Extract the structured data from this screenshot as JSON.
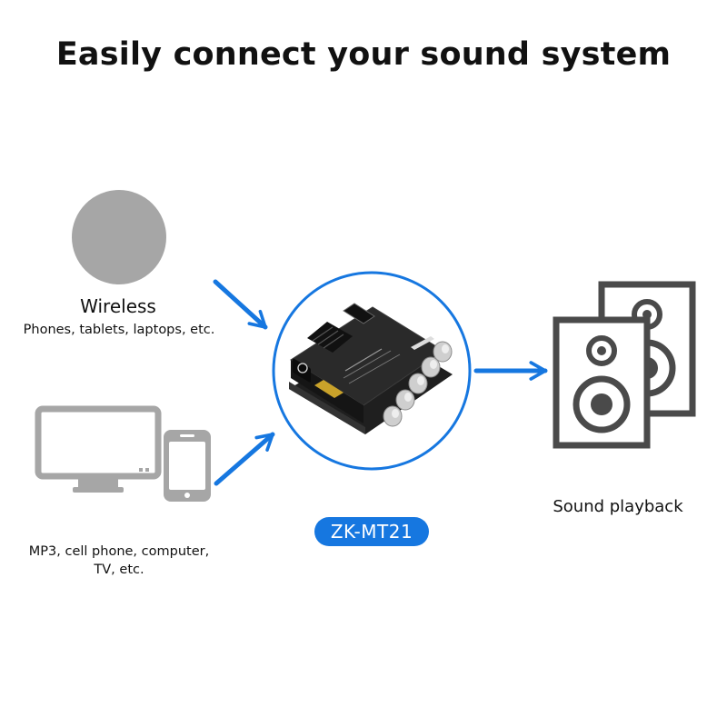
{
  "headline": "Easily connect your sound system",
  "wireless": {
    "title": "Wireless",
    "subtitle": "Phones, tablets, laptops, etc.",
    "icon": "wireless-source-circle"
  },
  "wired": {
    "subtitle_line1": "MP3, cell phone, computer,",
    "subtitle_line2": "TV, etc.",
    "icons": [
      "monitor-icon",
      "phone-icon"
    ]
  },
  "device": {
    "model": "ZK-MT21",
    "icon": "amplifier-board"
  },
  "output": {
    "label": "Sound playback",
    "icon": "speakers-icon"
  },
  "colors": {
    "accent": "#1677e0",
    "icon_gray": "#a6a6a6",
    "speaker_dark": "#4a4a4a"
  }
}
